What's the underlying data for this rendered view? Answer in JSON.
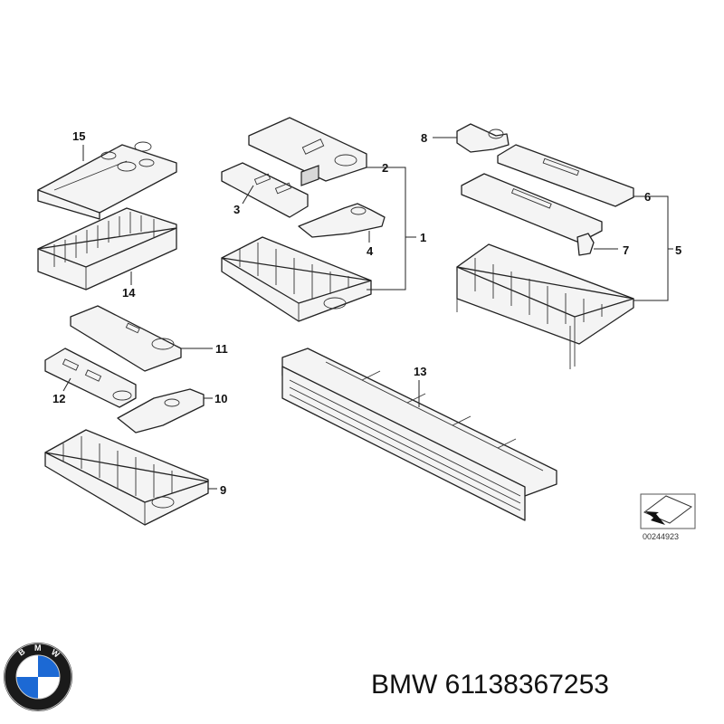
{
  "callouts": {
    "c1": "1",
    "c2": "2",
    "c3": "3",
    "c4": "4",
    "c5": "5",
    "c6": "6",
    "c7": "7",
    "c8": "8",
    "c9": "9",
    "c10": "10",
    "c11": "11",
    "c12": "12",
    "c13": "13",
    "c14": "14",
    "c15": "15"
  },
  "reference_code": "00244923",
  "brand": {
    "logo_letters": "BMW",
    "colors": {
      "blue": "#1c69d4",
      "black": "#1a1a1a",
      "white": "#ffffff"
    }
  },
  "part_label": "BMW 61138367253"
}
